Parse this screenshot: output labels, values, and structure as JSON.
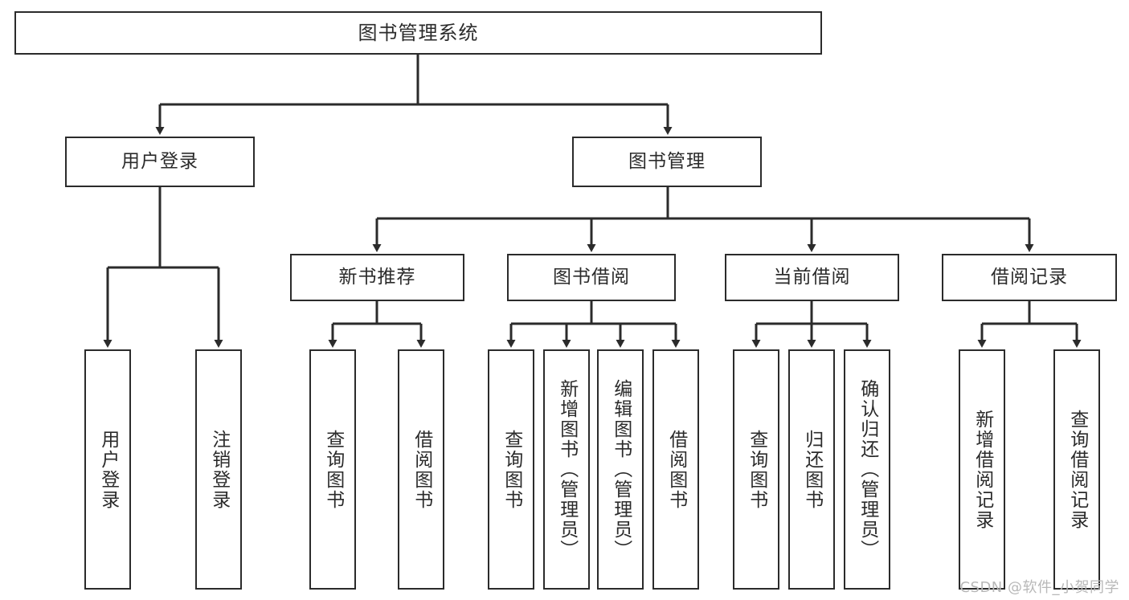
{
  "diagram": {
    "title": "图书管理系统",
    "type": "tree",
    "watermark": "CSDN @软件_小贺同学",
    "colors": {
      "stroke": "#2b2b2b",
      "fill": "#ffffff",
      "text": "#2b2b2b",
      "watermark": "#b8b8b8"
    },
    "nodes": {
      "root": {
        "label": "图书管理系统",
        "orientation": "horizontal"
      },
      "level2": [
        {
          "label": "用户登录",
          "orientation": "horizontal"
        },
        {
          "label": "图书管理",
          "orientation": "horizontal"
        }
      ],
      "level3": [
        {
          "label": "新书推荐",
          "orientation": "horizontal"
        },
        {
          "label": "图书借阅",
          "orientation": "horizontal"
        },
        {
          "label": "当前借阅",
          "orientation": "horizontal"
        },
        {
          "label": "借阅记录",
          "orientation": "horizontal"
        }
      ],
      "leaves_user_login": [
        {
          "label": "用户登录",
          "orientation": "vertical"
        },
        {
          "label": "注销登录",
          "orientation": "vertical"
        }
      ],
      "leaves_new_book": [
        {
          "label": "查询图书",
          "orientation": "vertical"
        },
        {
          "label": "借阅图书",
          "orientation": "vertical"
        }
      ],
      "leaves_book_borrow": [
        {
          "label": "查询图书",
          "orientation": "vertical"
        },
        {
          "label": "新增图书（管理员）",
          "orientation": "vertical"
        },
        {
          "label": "编辑图书（管理员）",
          "orientation": "vertical"
        },
        {
          "label": "借阅图书",
          "orientation": "vertical"
        }
      ],
      "leaves_current_borrow": [
        {
          "label": "查询图书",
          "orientation": "vertical"
        },
        {
          "label": "归还图书",
          "orientation": "vertical"
        },
        {
          "label": "确认归还（管理员）",
          "orientation": "vertical"
        }
      ],
      "leaves_borrow_record": [
        {
          "label": "新增借阅记录",
          "orientation": "vertical"
        },
        {
          "label": "查询借阅记录",
          "orientation": "vertical"
        }
      ]
    }
  }
}
